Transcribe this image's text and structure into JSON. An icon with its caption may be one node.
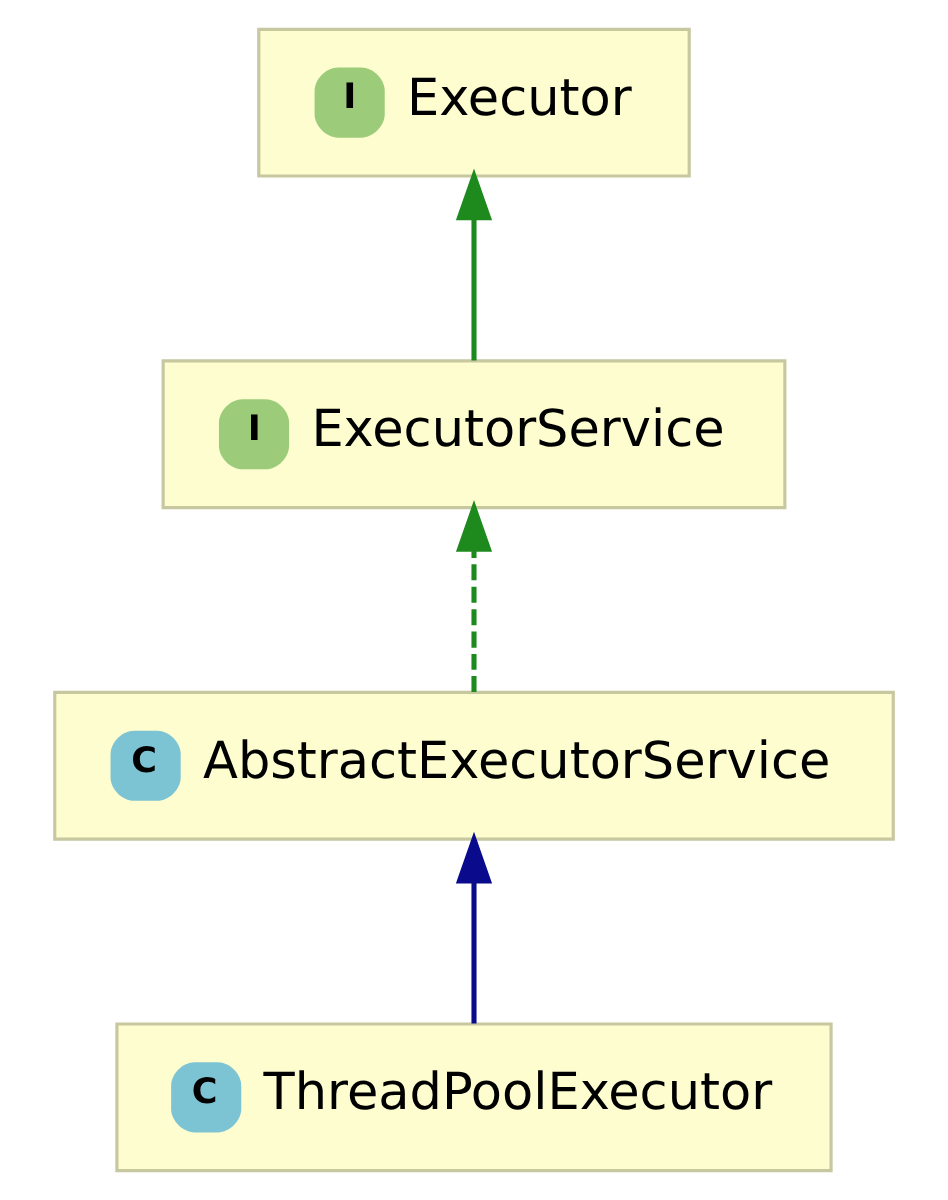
{
  "diagram": {
    "nodes": [
      {
        "text": [
          "I",
          "Executor"
        ]
      },
      {
        "text": [
          "I",
          "ExecutorService"
        ]
      },
      {
        "text": [
          "C",
          "AbstractExecutorService"
        ]
      },
      {
        "text": [
          "C",
          "ThreadPoolExecutor"
        ]
      }
    ],
    "edges": [
      {
        "from": 1,
        "to": 0,
        "arrow": "to"
      },
      {
        "from": 2,
        "to": 1,
        "arrow": "to",
        "style": "dashed"
      },
      {
        "from": 3,
        "to": 2,
        "arrow": "to",
        "color": "#0a0a8c"
      }
    ]
  }
}
